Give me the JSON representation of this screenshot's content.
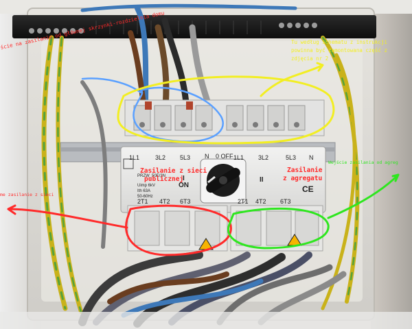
{
  "annotations": {
    "red_top": "ście na zasilanie od głównej skrzynki-rozdzielnia domu",
    "yellow_note": [
      "Tu według schematu z instrukcji",
      "powinna być zamontowana część z",
      "zdjęcia nr 2"
    ],
    "red_public": [
      "Zasilanie z sieci",
      "publicznej"
    ],
    "red_aggregate": [
      "Zasilanie",
      "z agregatu"
    ],
    "red_left": "me zasilanie z sieci",
    "green_right": "Wejście zasilania od agreg"
  },
  "device_labels": {
    "top_terminals": [
      "1L1",
      "3L2",
      "5L3",
      "N",
      "0 OFF",
      "1L1",
      "3L2",
      "5L3",
      "N"
    ],
    "bottom_terminals": [
      "2T1",
      "4T2",
      "6T3",
      "2T1",
      "4T2",
      "6T3"
    ],
    "model": "PRZW_50E/3N",
    "ratings": [
      "Uimp 6kV",
      "Ith 63A",
      "50-60Hz"
    ],
    "switch_on": "ON",
    "switch_i": "I",
    "switch_ii": "II",
    "ce_mark": "CE"
  },
  "colors": {
    "annot_red": "#ff2a2a",
    "annot_yellow": "#f2ee22",
    "annot_green": "#2ee61f",
    "annot_blue": "#5aa0ff"
  }
}
